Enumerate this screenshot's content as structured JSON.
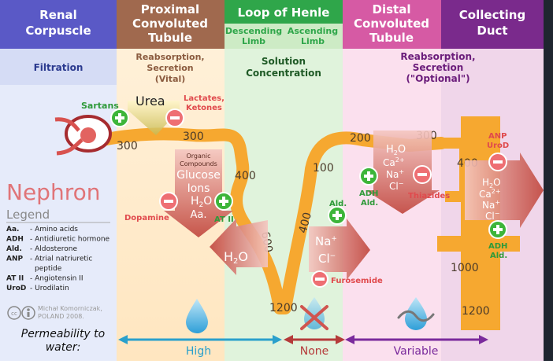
{
  "headers": {
    "renal": [
      "Renal",
      "Corpuscle"
    ],
    "proximal": [
      "Proximal",
      "Convoluted",
      "Tubule"
    ],
    "henle": "Loop of Henle",
    "descending": [
      "Descending",
      "Limb"
    ],
    "ascending": [
      "Ascending",
      "Limb"
    ],
    "distal": [
      "Distal",
      "Convoluted",
      "Tubule"
    ],
    "collecting": [
      "Collecting",
      "Duct"
    ]
  },
  "functions": {
    "filtration": "Filtration",
    "proximal": [
      "Reabsorption,",
      "Secretion",
      "(Vital)"
    ],
    "henle": [
      "Solution",
      "Concentration"
    ],
    "collecting": [
      "Reabsorption,",
      "Secretion",
      "(\"Optional\")"
    ]
  },
  "substances": {
    "sartans": "Sartans",
    "urea": "Urea",
    "lactates": [
      "Lactates,",
      "Ketones"
    ],
    "organic": [
      "Organic",
      "Compounds"
    ],
    "glucose": "Glucose",
    "ions": "Ions",
    "h2o": "H",
    "h2o_sub": "2",
    "h2o_o": "O",
    "aa": "Aa.",
    "dopamine": "Dopamine",
    "at2": "AT II",
    "ald": "Ald.",
    "furosemide": "Furosemide",
    "na": "Na",
    "na_sup": "+",
    "cl": "Cl",
    "cl_sup": "−",
    "ca": "Ca",
    "ca_sup": "2+",
    "adh_ald": [
      "ADH",
      "Ald."
    ],
    "thiazides": "Thiazides",
    "anp_urod": [
      "ANP",
      "UroD"
    ],
    "adh_ald2": [
      "ADH",
      "Ald."
    ]
  },
  "osmolarity": {
    "o300a": "300",
    "o300b": "300",
    "o400a": "400",
    "o600": "600",
    "o400b": "400",
    "o100": "100",
    "o200": "200",
    "o300c": "300",
    "o400c": "400",
    "o1000": "1000",
    "o1200a": "1200",
    "o1200b": "1200"
  },
  "legend": {
    "title": "Nephron",
    "subtitle": "Legend",
    "items": [
      {
        "abbr": "Aa.",
        "desc": "- Amino acids"
      },
      {
        "abbr": "ADH",
        "desc": "- Antidiuretic hormone"
      },
      {
        "abbr": "Ald.",
        "desc": "- Aldosterone"
      },
      {
        "abbr": "ANP",
        "desc": "- Atrial natriuretic"
      },
      {
        "abbr": "",
        "desc": "peptide"
      },
      {
        "abbr": "AT II",
        "desc": "- Angiotensin II"
      },
      {
        "abbr": "UroD",
        "desc": "- Urodilatin"
      }
    ],
    "credit": [
      "Michał Komorniczak,",
      "POLAND 2008."
    ],
    "cc": "cc"
  },
  "permeability": {
    "label": [
      "Permeability to",
      "water:"
    ],
    "high": "High",
    "none": "None",
    "variable": "Variable"
  },
  "colors": {
    "renal": "#5a59c6",
    "proximal": "#a0694e",
    "henle": "#2fa64a",
    "distal": "#d65aa4",
    "collecting": "#7a2a8c",
    "tubule": "#f6a830",
    "plus": "#3db53a",
    "minus": "#ee6f73",
    "arrow": "#c7564d"
  }
}
